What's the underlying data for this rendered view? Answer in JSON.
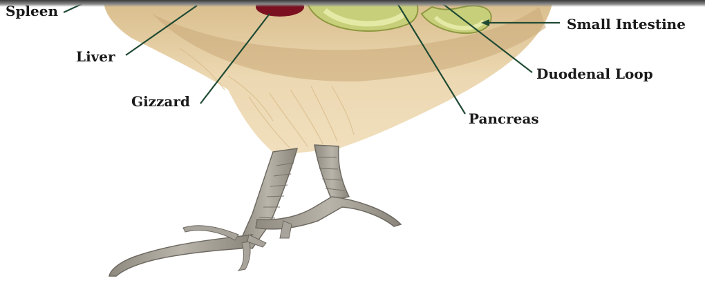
{
  "labels": {
    "spleen": "Spleen",
    "liver": "Liver",
    "gizzard": "Gizzard",
    "pancreas": "Pancreas",
    "duodenal_loop": "Duodenal Loop",
    "small_intestine": "Small Intestine"
  },
  "colors": {
    "feather": "#e8d2a8",
    "feather_shadow": "#c9a977",
    "leg": "#a9a49b",
    "leg_shadow": "#7f7a71",
    "organ_red": "#7a1020",
    "intestine": "#c7cf7a",
    "leader_line": "#1f4a33"
  }
}
